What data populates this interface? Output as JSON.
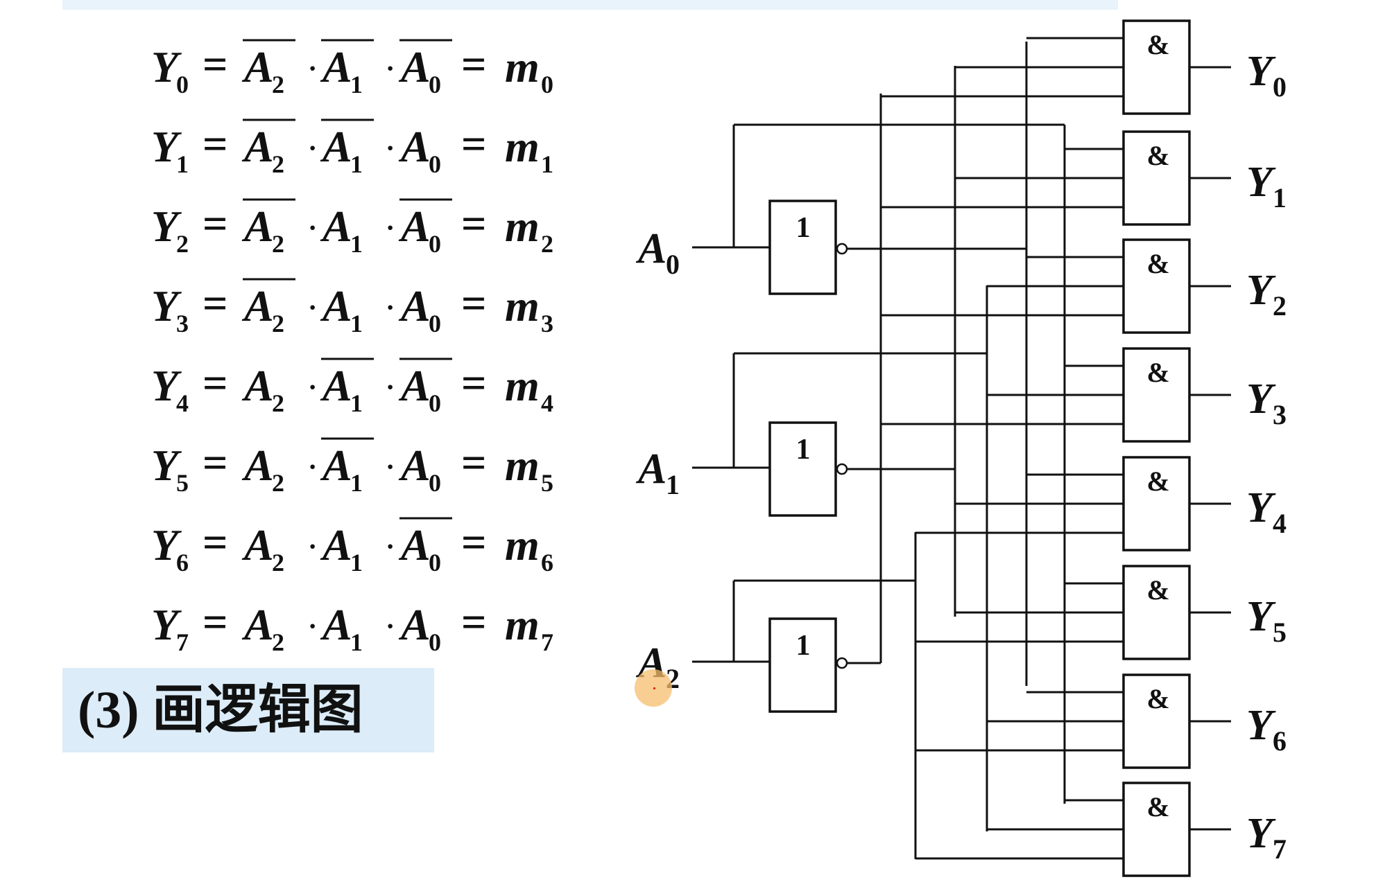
{
  "equations": [
    {
      "lhs_base": "Y",
      "lhs_sub": "0",
      "terms": [
        {
          "base": "A",
          "sub": "2",
          "bar": true
        },
        {
          "base": "A",
          "sub": "1",
          "bar": true
        },
        {
          "base": "A",
          "sub": "0",
          "bar": true
        }
      ],
      "rhs_base": "m",
      "rhs_sub": "0"
    },
    {
      "lhs_base": "Y",
      "lhs_sub": "1",
      "terms": [
        {
          "base": "A",
          "sub": "2",
          "bar": true
        },
        {
          "base": "A",
          "sub": "1",
          "bar": true
        },
        {
          "base": "A",
          "sub": "0",
          "bar": false
        }
      ],
      "rhs_base": "m",
      "rhs_sub": "1"
    },
    {
      "lhs_base": "Y",
      "lhs_sub": "2",
      "terms": [
        {
          "base": "A",
          "sub": "2",
          "bar": true
        },
        {
          "base": "A",
          "sub": "1",
          "bar": false
        },
        {
          "base": "A",
          "sub": "0",
          "bar": true
        }
      ],
      "rhs_base": "m",
      "rhs_sub": "2"
    },
    {
      "lhs_base": "Y",
      "lhs_sub": "3",
      "terms": [
        {
          "base": "A",
          "sub": "2",
          "bar": true
        },
        {
          "base": "A",
          "sub": "1",
          "bar": false
        },
        {
          "base": "A",
          "sub": "0",
          "bar": false
        }
      ],
      "rhs_base": "m",
      "rhs_sub": "3"
    },
    {
      "lhs_base": "Y",
      "lhs_sub": "4",
      "terms": [
        {
          "base": "A",
          "sub": "2",
          "bar": false
        },
        {
          "base": "A",
          "sub": "1",
          "bar": true
        },
        {
          "base": "A",
          "sub": "0",
          "bar": true
        }
      ],
      "rhs_base": "m",
      "rhs_sub": "4"
    },
    {
      "lhs_base": "Y",
      "lhs_sub": "5",
      "terms": [
        {
          "base": "A",
          "sub": "2",
          "bar": false
        },
        {
          "base": "A",
          "sub": "1",
          "bar": true
        },
        {
          "base": "A",
          "sub": "0",
          "bar": false
        }
      ],
      "rhs_base": "m",
      "rhs_sub": "5"
    },
    {
      "lhs_base": "Y",
      "lhs_sub": "6",
      "terms": [
        {
          "base": "A",
          "sub": "2",
          "bar": false
        },
        {
          "base": "A",
          "sub": "1",
          "bar": false
        },
        {
          "base": "A",
          "sub": "0",
          "bar": true
        }
      ],
      "rhs_base": "m",
      "rhs_sub": "6"
    },
    {
      "lhs_base": "Y",
      "lhs_sub": "7",
      "terms": [
        {
          "base": "A",
          "sub": "2",
          "bar": false
        },
        {
          "base": "A",
          "sub": "1",
          "bar": false
        },
        {
          "base": "A",
          "sub": "0",
          "bar": false
        }
      ],
      "rhs_base": "m",
      "rhs_sub": "7"
    }
  ],
  "operators": {
    "equals": "=",
    "dot": "·"
  },
  "section": {
    "title": "(3) 画逻辑图"
  },
  "circuit": {
    "inputs": [
      {
        "base": "A",
        "sub": "0"
      },
      {
        "base": "A",
        "sub": "1"
      },
      {
        "base": "A",
        "sub": "2"
      }
    ],
    "not_gate_label": "1",
    "and_gate_label": "&",
    "outputs": [
      {
        "base": "Y",
        "sub": "0"
      },
      {
        "base": "Y",
        "sub": "1"
      },
      {
        "base": "Y",
        "sub": "2"
      },
      {
        "base": "Y",
        "sub": "3"
      },
      {
        "base": "Y",
        "sub": "4"
      },
      {
        "base": "Y",
        "sub": "5"
      },
      {
        "base": "Y",
        "sub": "6"
      },
      {
        "base": "Y",
        "sub": "7"
      }
    ],
    "colors": {
      "wire": "#111111",
      "section_bg": "#dcecf8",
      "cursor": "#f5be6e"
    }
  }
}
